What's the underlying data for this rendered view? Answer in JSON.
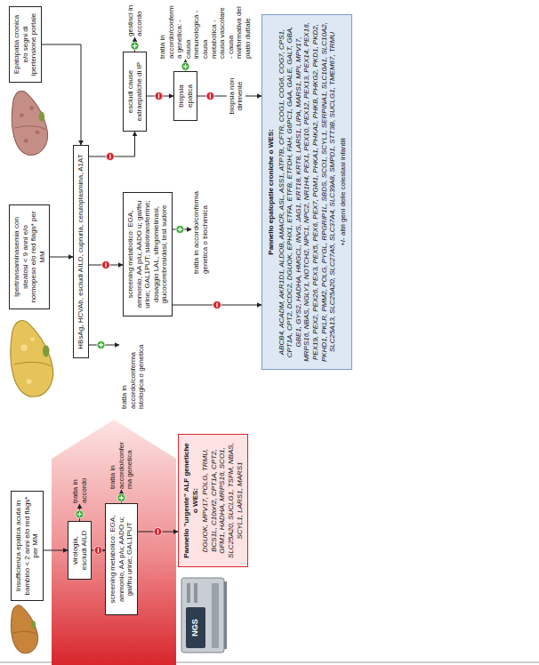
{
  "diagram": {
    "nodes": [
      {
        "text": [
          "Insufficienza epatica acuta in bambino < 2 anni e/o red flags* per MM"
        ]
      },
      {
        "text": [
          "virologia, escludi AILD"
        ]
      },
      {
        "text": [
          "screening metabolico: EGA, ammonio, AA p/u; AADO u; gal/fru urine; GAL1PUT"
        ]
      },
      {
        "text": [
          "Pannello \"urgente\" ALF genetiche o WES:",
          "DGUOK, MPV17, POLG, TRMU, BCS1L, C10orf2, CPT1A, CPT2, GFM1, HADHA, MRPS16, SCO1, SLC25A20, SUCLG1, TSFM, NBAS, SCYL1, LARS1, MARS1"
        ]
      },
      {
        "text": [
          "Ipertransaminasemia con steatosi < 9 anni e/o normopeso e/o red flags* per MM"
        ]
      },
      {
        "text": [
          "HBsAg, HCVAb, escludi AILD, cupruria, ceruloplasmina, A1AT"
        ]
      },
      {
        "text": [
          "Epatopatia cronica e/o segni di ipertensione portale"
        ]
      },
      {
        "text": [
          "escludi cause extraepatiche di IP"
        ]
      },
      {
        "text": [
          "biopsia epatica"
        ]
      },
      {
        "text": [
          "screening metabolico: EGA, ammonio, AA p/u; AADO u; gal/fru urine; GAL1PUT; sialotransferrine; dosaggio LAL, sfingomielinasi, glucocerebrosidasi; test sudore"
        ]
      },
      {
        "text": [
          "Pannello epatopatie croniche o WES:",
          "ABCB4, ACADM, AKR1D1, ALDOB, AMACR, ASL, ASS1, ATP7B, CFTR, COG1, COG6, COG7, CPS1, CPT1A, CPT2, DCDC2, DGUOK, EPHX1, ETFA, ETFB, ETFDH, FAH, G6PC1, GAA, GALE, GALT, GBA, GBE1, GYS2, HADHA, HMGCL, INVS, JAG1, KRT18, KRT8, LARS1, LIPA, MARS1, MPI, MPV17, MRPS16, NBAS, NGLY1, NOTCH2, NPC1, NPC2, NR1H4, PEX1, PEX10, PEX12, PEX13, PEX14, PEX16, PEX19, PEX2, PEX26, PEX3, PEX5, PEX6, PEX7, PGM1, PHKA1, PHKA2, PHKB, PHKG2, PKD1, PKD2, PKHD1, PKLR, PMM2, POLG, PYGL, RPGRIP1L, SBDS, SCO1, SCYL1, SERPINA1, SLC10A1, SLC10A2, SLC25A13, SLC25A20, SLC27A5, SLC37A4, SLC39A8, SMPD1, STT3B, SUCLG1, TMEM67, TRMU",
          "+/- altri geni delle colestasi infantili"
        ]
      }
    ],
    "edges": [
      {
        "from": 0,
        "to": 1,
        "arrow": "to"
      },
      {
        "from": 1,
        "to": 2,
        "arrow": "to"
      },
      {
        "from": 2,
        "to": 3,
        "arrow": "to"
      },
      {
        "from": 4,
        "to": 5,
        "arrow": "to"
      },
      {
        "from": 6,
        "to": 5,
        "arrow": "to"
      },
      {
        "from": 5,
        "to": 9,
        "arrow": "to"
      },
      {
        "from": 5,
        "to": 7,
        "arrow": "to"
      },
      {
        "from": 7,
        "to": 8,
        "arrow": "to"
      },
      {
        "from": 9,
        "to": 10,
        "arrow": "to"
      },
      {
        "from": 8,
        "to": 10,
        "label": "biopsia non dirimente",
        "arrow": "to"
      }
    ],
    "labels": [
      "tratta in accordo",
      "tratta in accordo/conferma genetica",
      "NGS",
      "tratta in accordo/conferma istologica o genetica",
      "tratta in accordo/conferma genetica o biochimica",
      "gestisci in accordo",
      "tratta in accordo/conferma genetica: - causa immunologica - causa metabolica - causa vascolare - causa malformativa del piatto duttale"
    ]
  }
}
